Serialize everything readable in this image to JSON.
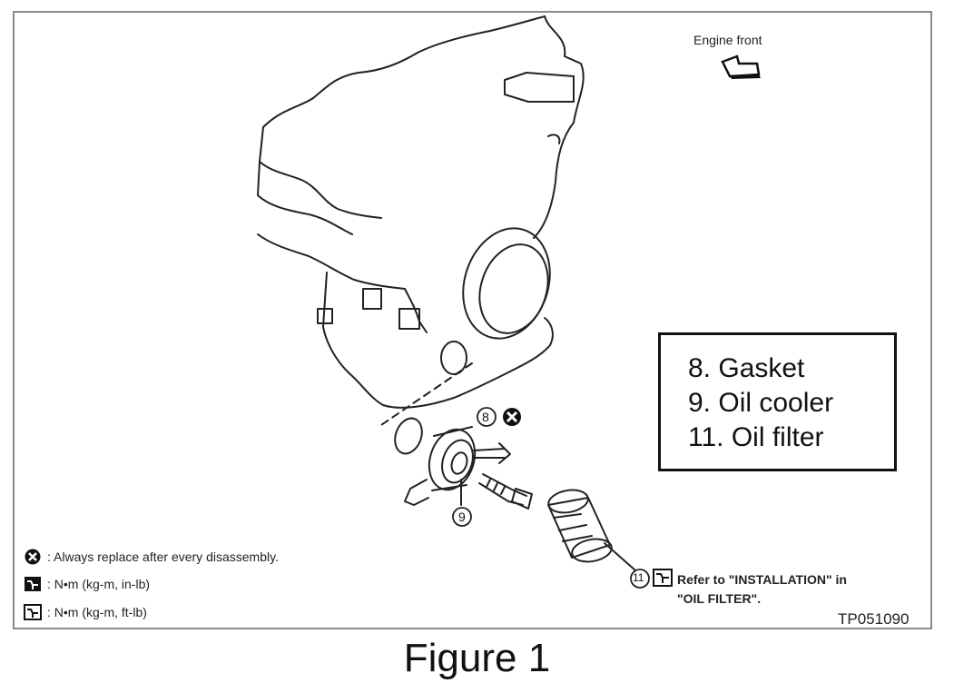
{
  "header": {
    "orientation_label": "Engine front"
  },
  "legend_box": {
    "items": [
      "8. Gasket",
      "9. Oil cooler",
      "11. Oil filter"
    ]
  },
  "callouts": {
    "gasket": "8",
    "oil_cooler": "9",
    "oil_filter": "11"
  },
  "key": {
    "replace": ": Always replace after every disassembly.",
    "torque_in_lb": ": N•m (kg-m, in-lb)",
    "torque_ft_lb": ": N•m (kg-m, ft-lb)"
  },
  "note": {
    "line1": "Refer to \"INSTALLATION\" in",
    "line2": "\"OIL FILTER\"."
  },
  "figure_code": "TP051090",
  "caption": "Figure 1"
}
